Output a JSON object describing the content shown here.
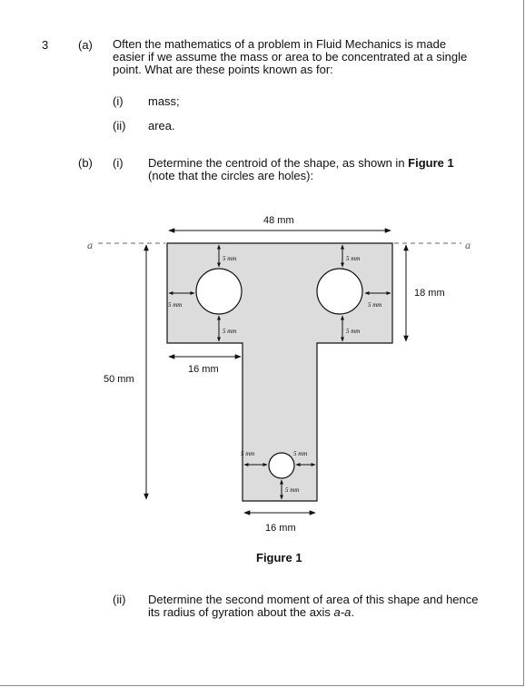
{
  "question": {
    "number": "3",
    "part_a": {
      "label": "(a)",
      "text": "Often the mathematics of a problem in Fluid Mechanics is made easier if we assume the mass or area to be concentrated at a single point. What are these points known as for:",
      "items": [
        {
          "label": "(i)",
          "text": "mass;"
        },
        {
          "label": "(ii)",
          "text": "area."
        }
      ]
    },
    "part_b": {
      "label": "(b)",
      "sub_i": {
        "label": "(i)",
        "text_before": "Determine the centroid of the shape, as shown in ",
        "text_bold": "Figure 1",
        "text_line2": "(note that the circles are holes):"
      },
      "sub_ii": {
        "label": "(ii)",
        "line1": "Determine the second moment of area of this shape and hence",
        "line2_before": "its radius of gyration about the axis ",
        "line2_italic": "a-a",
        "line2_after": "."
      }
    }
  },
  "figure": {
    "caption": "Figure 1",
    "dims": {
      "top_width": "48 mm",
      "flange_height": "18 mm",
      "total_height": "50 mm",
      "web_offset": "16 mm",
      "web_width": "16 mm",
      "gap": "5 mm"
    },
    "axis_label": "a"
  }
}
